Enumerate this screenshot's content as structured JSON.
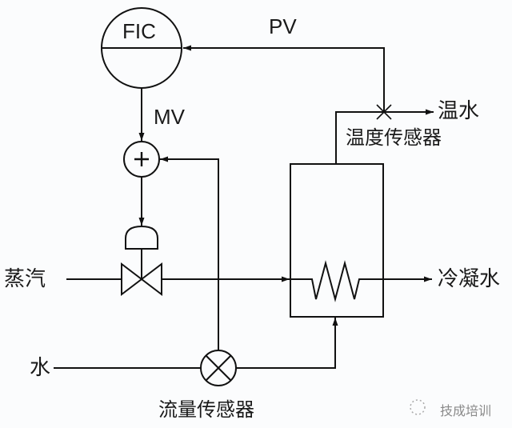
{
  "diagram": {
    "controller": {
      "label": "FIC"
    },
    "signals": {
      "pv": "PV",
      "mv": "MV"
    },
    "summer": {
      "symbol": "+"
    },
    "inputs": {
      "steam": "蒸汽",
      "water": "水"
    },
    "outputs": {
      "warm_water": "温水",
      "condensate": "冷凝水"
    },
    "sensors": {
      "temperature": "温度传感器",
      "flow": "流量传感器"
    }
  },
  "watermark": {
    "text": "技成培训"
  },
  "colors": {
    "stroke": "#111111",
    "background": "#fbfcfd",
    "watermark": "#8a8a8a"
  }
}
